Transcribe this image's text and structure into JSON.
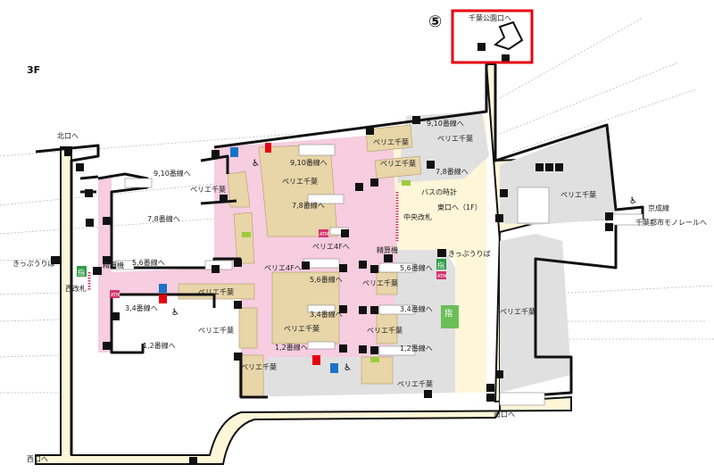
{
  "map": {
    "floor": "3F",
    "highlight_number": "⑤",
    "highlight_color": "#e60012",
    "colors": {
      "concourse": "#fdf6d8",
      "paid_area": "#f7cde0",
      "shop": "#e8d5a8",
      "service": "#e0e0e0",
      "wall": "#111111"
    },
    "exits": {
      "north": "北口へ",
      "west": "西口へ",
      "south": "南口へ",
      "east": "東口へ（1F）",
      "chiba_koen": "千葉公園口へ",
      "keisei": "京成線",
      "monorail": "千葉都市モノレールへ"
    },
    "gates": {
      "west": "西改札",
      "central": "中央改札"
    },
    "facilities": {
      "ticket_left": "きっぷうりば",
      "ticket_right": "きっぷうりば",
      "fare_adjust_left": "精算機",
      "fare_adjust_right": "精算機",
      "bus_clock": "バスの時計",
      "atm": "ATM",
      "reserved_seat": "指"
    },
    "labels": [
      {
        "id": "l-910-west",
        "text": "9,10番線へ"
      },
      {
        "id": "l-perie-w1",
        "text": "ペリエ千葉"
      },
      {
        "id": "l-78-west",
        "text": "7,8番線へ"
      },
      {
        "id": "l-56-west",
        "text": "5,6番線へ"
      },
      {
        "id": "l-34-west",
        "text": "3,4番線へ"
      },
      {
        "id": "l-perie-w2",
        "text": "ペリエ千葉"
      },
      {
        "id": "l-perie-w3",
        "text": "ペリエ千葉"
      },
      {
        "id": "l-12-west",
        "text": "1,2番線へ"
      },
      {
        "id": "l-perie-w4",
        "text": "ペリエ千葉"
      },
      {
        "id": "l-910-c",
        "text": "9,10番線へ"
      },
      {
        "id": "l-perie-c1",
        "text": "ペリエ千葉"
      },
      {
        "id": "l-78-c",
        "text": "7,8番線へ"
      },
      {
        "id": "l-4f-1",
        "text": "ペリエ4Fへ"
      },
      {
        "id": "l-4f-2",
        "text": "ペリエ4Fへ"
      },
      {
        "id": "l-56-c",
        "text": "5,6番線へ"
      },
      {
        "id": "l-34-c",
        "text": "3,4番線へ"
      },
      {
        "id": "l-perie-c2",
        "text": "ペリエ千葉"
      },
      {
        "id": "l-12-c",
        "text": "1,2番線へ"
      },
      {
        "id": "l-perie-n1",
        "text": "ペリエ千葉"
      },
      {
        "id": "l-910-e",
        "text": "9,10番線へ"
      },
      {
        "id": "l-perie-n2",
        "text": "ペリエ千葉"
      },
      {
        "id": "l-perie-n3",
        "text": "ペリエ千葉"
      },
      {
        "id": "l-78-e",
        "text": "7,8番線へ"
      },
      {
        "id": "l-56-e",
        "text": "5,6番線へ"
      },
      {
        "id": "l-perie-e1",
        "text": "ペリエ千葉"
      },
      {
        "id": "l-34-e",
        "text": "3,4番線へ"
      },
      {
        "id": "l-perie-e2",
        "text": "ペリエ千葉"
      },
      {
        "id": "l-12-e",
        "text": "1,2番線へ"
      },
      {
        "id": "l-perie-s",
        "text": "ペリエ千葉"
      },
      {
        "id": "l-perie-ne",
        "text": "ペリエ千葉"
      },
      {
        "id": "l-perie-se",
        "text": "ペリエ千葉"
      }
    ]
  }
}
